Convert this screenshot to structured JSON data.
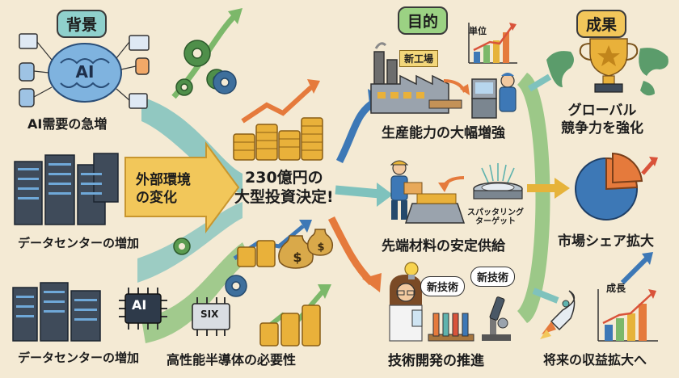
{
  "headers": {
    "background": "背景",
    "purpose": "目的",
    "results": "成果"
  },
  "left": {
    "ai_demand": "AI需要の急増",
    "ai_chip": "AI",
    "external": "外部環境\nの変化",
    "datacenter_1": "データセンターの増加",
    "datacenter_2": "データセンターの増加",
    "chip_six": "SIX",
    "semiconductor": "高性能半導体の必要性"
  },
  "center": {
    "decision": "230億円の\n大型投資決定!"
  },
  "purpose": {
    "new_factory_tag": "新工場",
    "unit_tag": "単位",
    "production": "生産能力の大幅増強",
    "sputtering": "スパッタリング\nターゲット",
    "materials": "先端材料の安定供給",
    "bubble_1": "新技術",
    "bubble_2": "新技術",
    "tech": "技術開発の推進"
  },
  "results": {
    "global": "グローバル\n競争力を強化",
    "market": "市場シェア拡大",
    "growth_tag": "成長",
    "profit": "将来の収益拡大へ"
  },
  "colors": {
    "background": "#f4ead4",
    "teal": "#5fb3ae",
    "green": "#7cb86a",
    "orange": "#e57a3c",
    "gold": "#e6b33a",
    "blue": "#3d78b6",
    "dark": "#1e1e1e"
  },
  "icons": [
    "brain-icon",
    "server-icon",
    "chip-icon",
    "gear-icon",
    "coin-stack-icon",
    "money-bag-icon",
    "factory-icon",
    "robot-arm-icon",
    "worker-icon",
    "sputtering-target-icon",
    "scientist-icon",
    "microscope-icon",
    "trophy-icon",
    "world-map-icon",
    "pie-chart-icon",
    "rocket-icon",
    "bar-chart-icon",
    "lightbulb-icon"
  ]
}
